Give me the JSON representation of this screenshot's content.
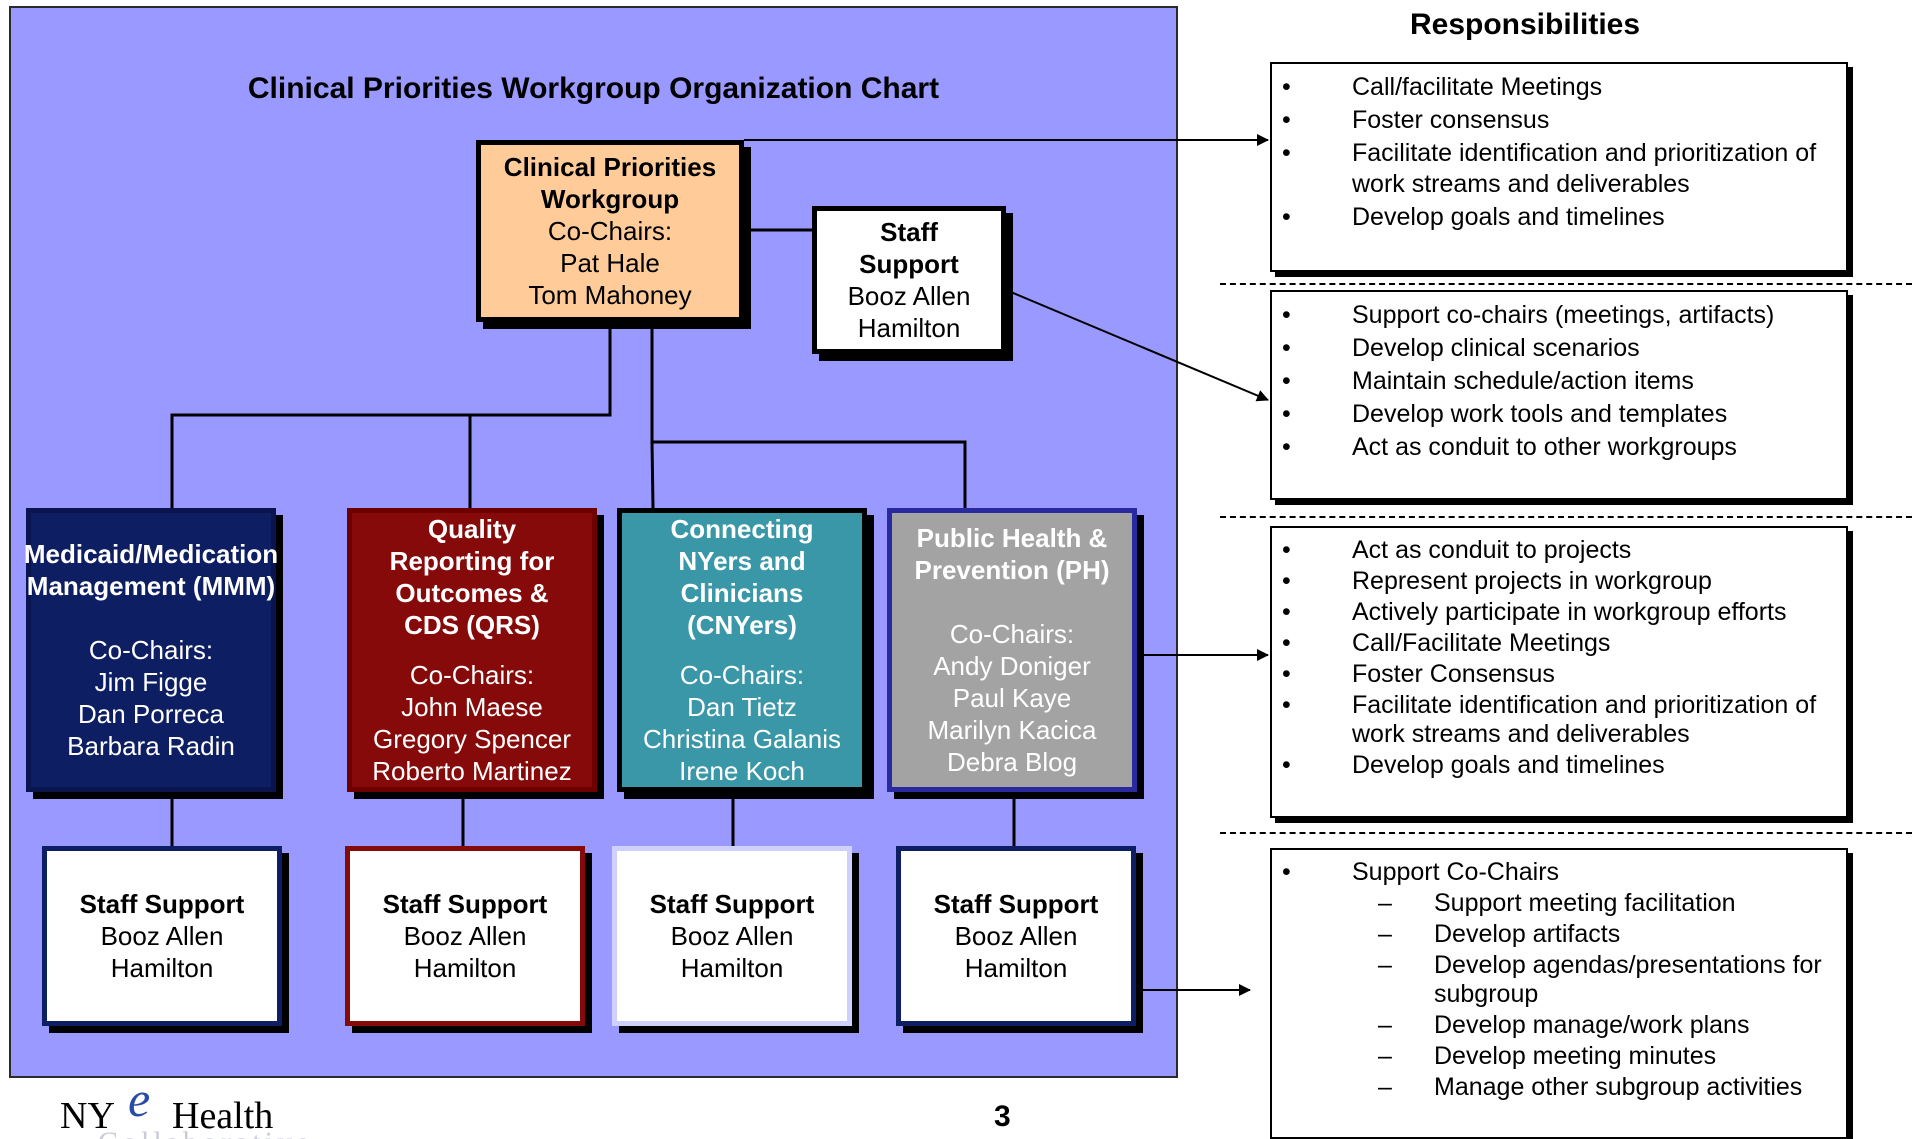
{
  "chart_title": "Clinical Priorities Workgroup Organization Chart",
  "top_node": {
    "title": "Clinical Priorities\nWorkgroup",
    "body": "Co-Chairs:\nPat Hale\nTom Mahoney"
  },
  "staff_node": {
    "title": "Staff\nSupport",
    "body": "Booz Allen\nHamilton"
  },
  "subgroups": [
    {
      "title": "Medicaid/Medication\nManagement (MMM)",
      "body": "Co-Chairs:\nJim Figge\nDan Porreca\nBarbara Radin"
    },
    {
      "title": "Quality\nReporting for\nOutcomes &\nCDS (QRS)",
      "body": "Co-Chairs:\nJohn Maese\nGregory Spencer\nRoberto Martinez"
    },
    {
      "title": "Connecting\nNYers and\nClinicians\n(CNYers)",
      "body": "Co-Chairs:\nDan Tietz\nChristina Galanis\nIrene Koch"
    },
    {
      "title": "Public Health &\nPrevention (PH)",
      "body": "Co-Chairs:\nAndy Doniger\nPaul Kaye\nMarilyn Kacica\nDebra Blog"
    }
  ],
  "staff_support_boxes": [
    {
      "title": "Staff Support",
      "body": "Booz Allen\nHamilton"
    },
    {
      "title": "Staff Support",
      "body": "Booz Allen\nHamilton"
    },
    {
      "title": "Staff Support",
      "body": "Booz Allen\nHamilton"
    },
    {
      "title": "Staff Support",
      "body": "Booz Allen\nHamilton"
    }
  ],
  "responsibilities": {
    "heading": "Responsibilities",
    "bullet": "•",
    "dash": "–",
    "boxes": [
      {
        "items": [
          {
            "text": "Call/facilitate Meetings"
          },
          {
            "text": "Foster consensus"
          },
          {
            "text": "Facilitate identification and prioritization of work streams and deliverables"
          },
          {
            "text": "Develop goals and timelines"
          }
        ]
      },
      {
        "items": [
          {
            "text": "Support co-chairs (meetings, artifacts)"
          },
          {
            "text": "Develop clinical scenarios"
          },
          {
            "text": "Maintain schedule/action items"
          },
          {
            "text": "Develop work tools and templates"
          },
          {
            "text": "Act as conduit to other workgroups"
          }
        ]
      },
      {
        "items": [
          {
            "text": "Act as conduit to projects"
          },
          {
            "text": "Represent projects in workgroup"
          },
          {
            "text": "Actively participate in workgroup efforts"
          },
          {
            "text": "Call/Facilitate Meetings"
          },
          {
            "text": "Foster Consensus"
          },
          {
            "text": "Facilitate identification and prioritization of work streams and deliverables"
          },
          {
            "text": "Develop goals and timelines"
          }
        ]
      },
      {
        "items": [
          {
            "text": "Support Co-Chairs"
          },
          {
            "text": "Support meeting facilitation",
            "sub": true
          },
          {
            "text": "Develop artifacts",
            "sub": true
          },
          {
            "text": "Develop agendas/presentations for subgroup",
            "sub": true
          },
          {
            "text": "Develop manage/work plans",
            "sub": true
          },
          {
            "text": "Develop meeting minutes",
            "sub": true
          },
          {
            "text": "Manage other subgroup activities",
            "sub": true
          }
        ]
      }
    ]
  },
  "page_number": "3",
  "logo": {
    "ny": "NY",
    "e": "e",
    "health": "Health",
    "collaborative": "Collaborative"
  }
}
